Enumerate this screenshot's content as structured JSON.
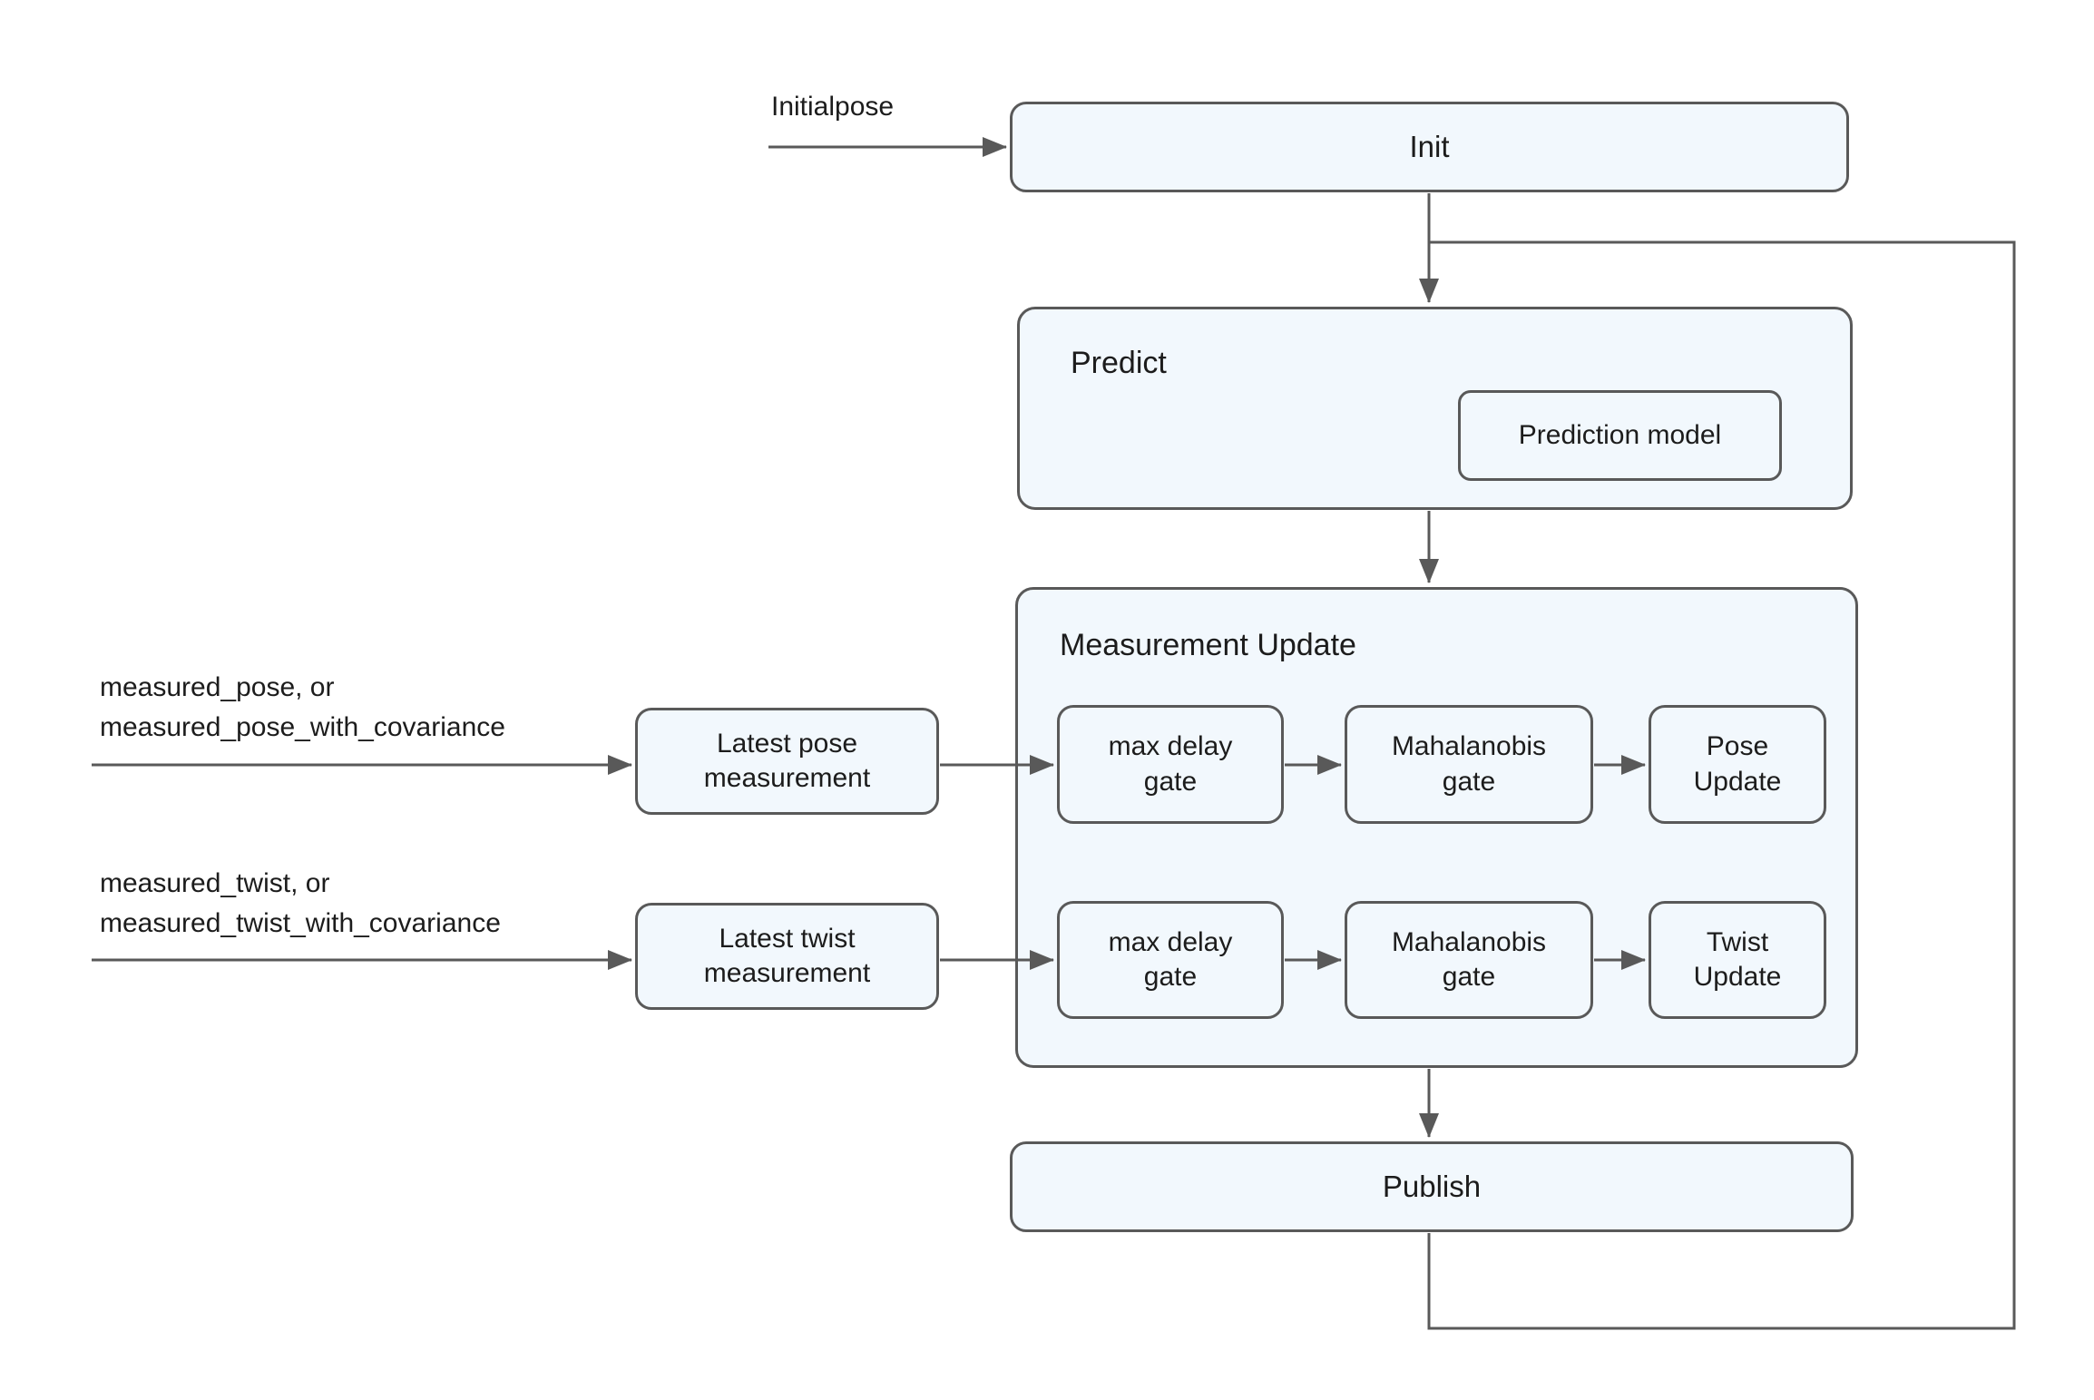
{
  "colors": {
    "node_fill": "#f2f8fd",
    "node_border": "#595959",
    "line": "#595959",
    "text": "#1c1c1c",
    "background": "#ffffff"
  },
  "diagram": {
    "inputs": {
      "initialpose": "Initialpose",
      "pose_line1": "measured_pose, or",
      "pose_line2": "measured_pose_with_covariance",
      "twist_line1": "measured_twist, or",
      "twist_line2": "measured_twist_with_covariance"
    },
    "nodes": {
      "init": "Init",
      "predict": "Predict",
      "prediction_model": "Prediction model",
      "measurement_update": "Measurement Update",
      "latest_pose": "Latest pose measurement",
      "latest_twist": "Latest twist measurement",
      "pose_max_delay_gate": "max delay gate",
      "pose_mahalanobis_gate": "Mahalanobis gate",
      "pose_update": "Pose Update",
      "twist_max_delay_gate": "max delay gate",
      "twist_mahalanobis_gate": "Mahalanobis gate",
      "twist_update": "Twist Update",
      "publish": "Publish"
    }
  }
}
